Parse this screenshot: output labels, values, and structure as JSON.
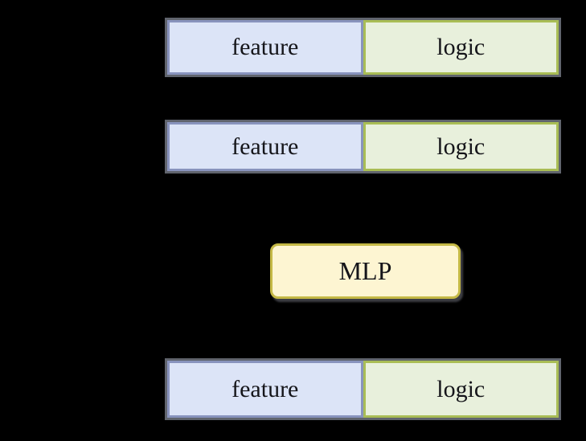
{
  "background_color": "#000000",
  "colors": {
    "feature_fill": "#dce4f7",
    "feature_border": "#8893bd",
    "logic_fill": "#e8f0dc",
    "logic_border": "#a9bd55",
    "mlp_fill": "#fdf5d2",
    "mlp_border": "#c4b845",
    "text_color": "#15151a",
    "bar_outline_gray": "#808592"
  },
  "diagram": {
    "bars": [
      {
        "position": "top",
        "segments": [
          {
            "label": "feature"
          },
          {
            "label": "logic"
          }
        ]
      },
      {
        "position": "middle",
        "segments": [
          {
            "label": "feature"
          },
          {
            "label": "logic"
          }
        ]
      },
      {
        "position": "bottom",
        "segments": [
          {
            "label": "feature"
          },
          {
            "label": "logic"
          }
        ]
      }
    ],
    "mlp": {
      "label": "MLP"
    }
  }
}
